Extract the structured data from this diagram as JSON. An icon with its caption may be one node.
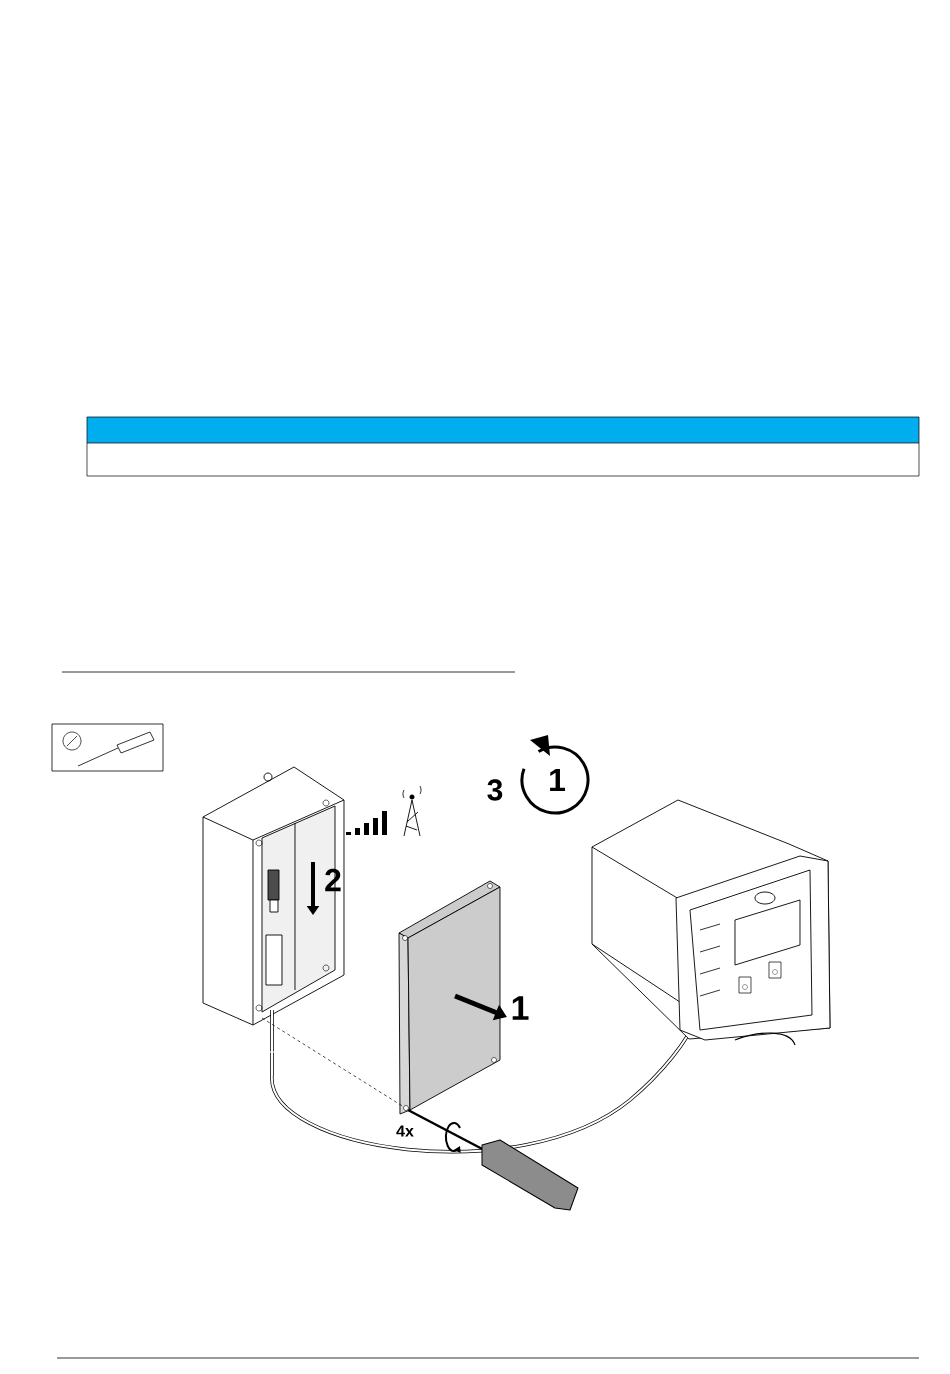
{
  "diagram": {
    "labels": [
      "3",
      "1",
      "2",
      "1",
      "4x"
    ]
  }
}
